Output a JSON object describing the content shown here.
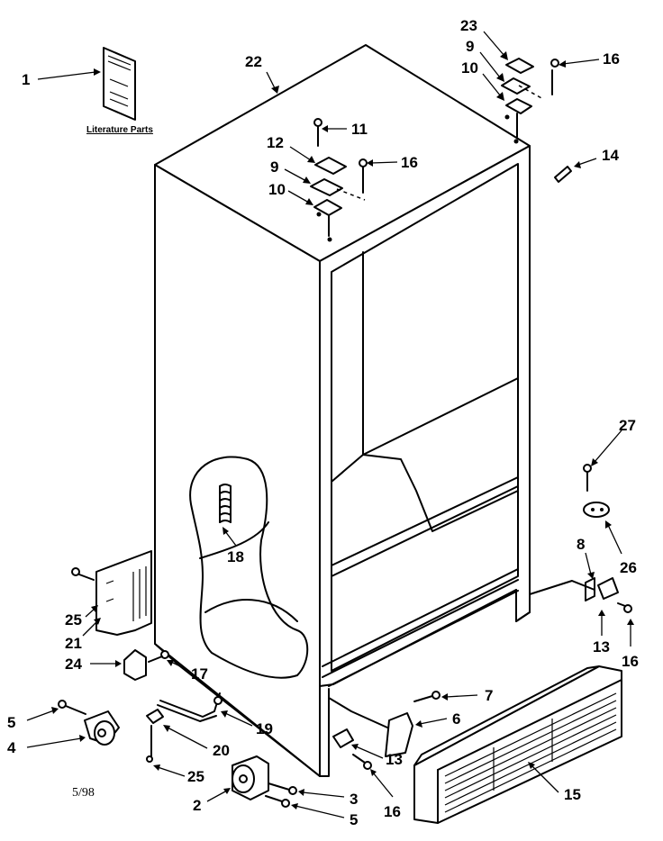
{
  "diagram": {
    "caption_literature": "Literature Parts",
    "date_code": "5/98",
    "callouts": {
      "c1": "1",
      "c22": "22",
      "c23": "23",
      "c9a": "9",
      "c16a": "16",
      "c10a": "10",
      "c11": "11",
      "c12": "12",
      "c9b": "9",
      "c16b": "16",
      "c10b": "10",
      "c14": "14",
      "c27": "27",
      "c18": "18",
      "c8": "8",
      "c26": "26",
      "c25a": "25",
      "c21": "21",
      "c13a": "13",
      "c16c": "16",
      "c24": "24",
      "c17": "17",
      "c7": "7",
      "c5a": "5",
      "c19": "19",
      "c6": "6",
      "c4": "4",
      "c20": "20",
      "c13b": "13",
      "c15": "15",
      "c25b": "25",
      "c2": "2",
      "c3": "3",
      "c5b": "5",
      "c16d": "16"
    }
  }
}
